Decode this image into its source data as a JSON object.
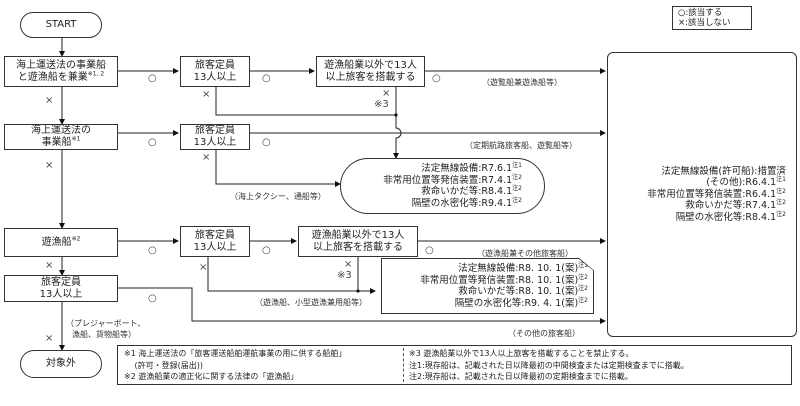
{
  "legend": {
    "yes": "○:該当する",
    "no": "×:該当しない"
  },
  "nodes": {
    "start": "START",
    "q1": {
      "line1": "海上運送法の事業船",
      "line2": "と遊漁船を兼業",
      "sup": "※1, 2"
    },
    "q1_cap": {
      "line1": "旅客定員",
      "line2": "13人以上"
    },
    "q1_carry": {
      "line1": "遊漁船業以外で13人",
      "line2": "以上旅客を搭載する"
    },
    "q2": {
      "line1": "海上運送法の",
      "line2": "事業船",
      "sup": "※1"
    },
    "q2_cap": {
      "line1": "旅客定員",
      "line2": "13人以上"
    },
    "q3": {
      "line1": "遊漁船",
      "sup": "※2"
    },
    "q3_cap": {
      "line1": "旅客定員",
      "line2": "13人以上"
    },
    "q3_carry": {
      "line1": "遊漁船業以外で13人",
      "line2": "以上旅客を搭載する"
    },
    "q4": {
      "line1": "旅客定員",
      "line2": "13人以上"
    },
    "end": "対象外"
  },
  "marks": {
    "yes": "○",
    "no": "×",
    "note3": "※3"
  },
  "labels": {
    "pleasure_fishing": "（遊覧船兼遊漁船等）",
    "regular_route": "（定期航路旅客船、遊覧船等）",
    "sea_taxi": "（海上タクシー、通船等）",
    "fishing_other": "（遊漁船兼その他旅客船）",
    "fishing_small": "（遊漁船、小型遊漁兼用船等）",
    "other_passenger": "（その他の旅客船）",
    "pleasure_boat_1": "（プレジャーボート、",
    "pleasure_boat_2": "漁船、貨物船等）"
  },
  "result_oval": {
    "rows": [
      {
        "label": "法定無線設備",
        "value": "R7.6.1",
        "note": "注1"
      },
      {
        "label": "非常用位置等発信装置",
        "value": "R7.4.1",
        "note": "注2"
      },
      {
        "label": "救命いかだ等",
        "value": "R8.4.1",
        "note": "注2"
      },
      {
        "label": "隔壁の水密化等",
        "value": "R9.4.1",
        "note": "注2"
      }
    ]
  },
  "result_draft": {
    "rows": [
      {
        "label": "法定無線設備",
        "value": "R8. 10. 1(案)",
        "note": "注1"
      },
      {
        "label": "非常用位置等発信装置",
        "value": "R8. 10. 1(案)",
        "note": "注2"
      },
      {
        "label": "救命いかだ等",
        "value": "R8. 10. 1(案)",
        "note": "注2"
      },
      {
        "label": "隔壁の水密化等",
        "value": "R9. 4. 1(案)",
        "note": "注2"
      }
    ]
  },
  "result_big": {
    "rows": [
      {
        "label": "法定無線設備(許可船)",
        "value": "措置済",
        "note": ""
      },
      {
        "label": "(その他)",
        "value": "R6.4.1",
        "note": "注1"
      },
      {
        "label": "非常用位置等発信装置",
        "value": "R6.4.1",
        "note": "注2"
      },
      {
        "label": "救命いかだ等",
        "value": "R7.4.1",
        "note": "注2"
      },
      {
        "label": "隔壁の水密化等",
        "value": "R8.4.1",
        "note": "注2"
      }
    ]
  },
  "footnotes": {
    "left": [
      "※1  海上運送法の「旅客運送船舶運航事業の用に供する船舶」",
      "　 (許可・登録(届出))",
      "※2  遊漁船業の適正化に関する法律の「遊漁船」"
    ],
    "right": [
      "※3  遊漁船業以外で13人以上旅客を搭載することを禁止する。",
      "注1:現存船は、記載された日以降最初の中間検査または定期検査までに搭載。",
      "注2:現存船は、記載された日以降最初の定期検査までに搭載。"
    ]
  }
}
